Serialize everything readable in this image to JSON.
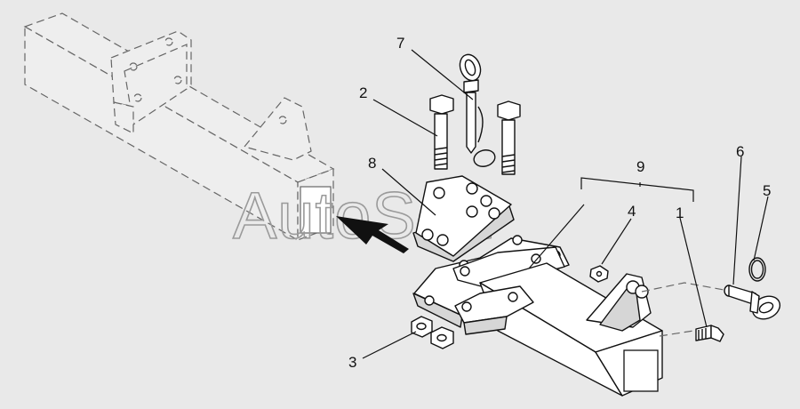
{
  "watermark": "AutoSoft",
  "callouts": {
    "c1": "1",
    "c2": "2",
    "c3": "3",
    "c4": "4",
    "c5": "5",
    "c6": "6",
    "c7": "7",
    "c8": "8",
    "c9": "9"
  },
  "colors": {
    "background": "#e9e9e9",
    "line": "#111111",
    "phantom": "#666666",
    "watermark": "#9a9a9a"
  }
}
